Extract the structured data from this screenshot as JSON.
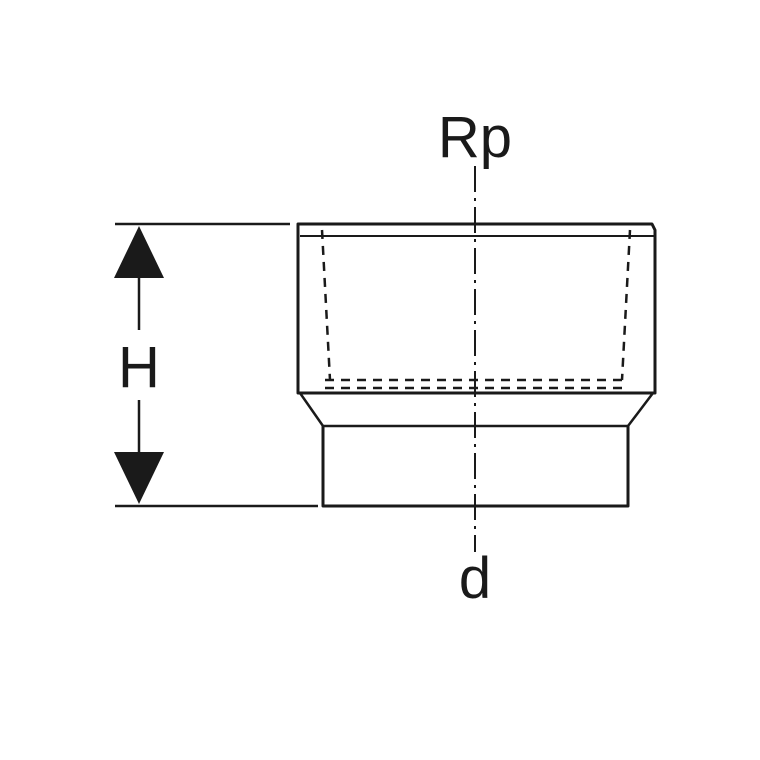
{
  "labels": {
    "top_thread": "Rp",
    "bottom_diameter": "d",
    "height": "H"
  },
  "colors": {
    "line": "#1a1a1a",
    "background": "#ffffff"
  }
}
